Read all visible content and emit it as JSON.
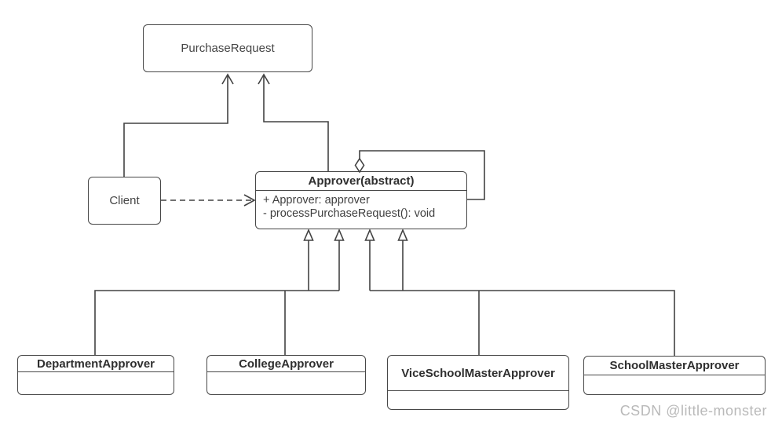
{
  "classes": {
    "purchase_request": {
      "title": "PurchaseRequest"
    },
    "client": {
      "title": "Client"
    },
    "approver": {
      "title": "Approver(abstract)",
      "attr1": "+ Approver: approver",
      "attr2": "- processPurchaseRequest(): void"
    },
    "department": {
      "title": "DepartmentApprover"
    },
    "college": {
      "title": "CollegeApprover"
    },
    "vice_school_master": {
      "title": "ViceSchoolMasterApprover"
    },
    "school_master": {
      "title": "SchoolMasterApprover"
    }
  },
  "relationships": [
    {
      "type": "association-arrow",
      "from": "Client",
      "to": "PurchaseRequest"
    },
    {
      "type": "association-arrow",
      "from": "Approver",
      "to": "PurchaseRequest"
    },
    {
      "type": "dependency-dashed-arrow",
      "from": "Client",
      "to": "Approver"
    },
    {
      "type": "self-aggregation-diamond",
      "from": "Approver",
      "to": "Approver"
    },
    {
      "type": "generalization",
      "from": "DepartmentApprover",
      "to": "Approver"
    },
    {
      "type": "generalization",
      "from": "CollegeApprover",
      "to": "Approver"
    },
    {
      "type": "generalization",
      "from": "ViceSchoolMasterApprover",
      "to": "Approver"
    },
    {
      "type": "generalization",
      "from": "SchoolMasterApprover",
      "to": "Approver"
    }
  ],
  "watermark": {
    "text": "CSDN @little-monster"
  },
  "colors": {
    "background": "#ffffff",
    "line": "#424242",
    "box_border": "#474747",
    "title_text": "#2f2f2f",
    "body_text": "#3f3f3f",
    "watermark": "#b9b9b9"
  }
}
